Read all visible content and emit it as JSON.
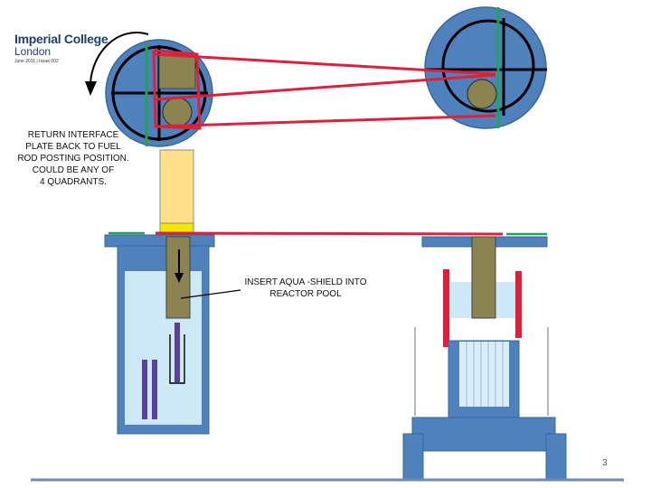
{
  "header": {
    "logo_line1": "Imperial College",
    "logo_line2": "London",
    "doc_info": "June 2011 | Issue 002"
  },
  "annotations": {
    "return_note": [
      "RETURN INTERFACE",
      "PLATE BACK TO FUEL",
      "ROD POSTING POSITION.",
      "COULD BE ANY OF",
      "4 QUADRANTS."
    ],
    "insert_note": [
      "INSERT AQUA -SHIELD INTO",
      "REACTOR POOL"
    ]
  },
  "footer": {
    "page_number": "3"
  },
  "colors": {
    "turntable_blue": "#4f81bd",
    "rail_red": "#e0203a",
    "marker_green": "#23a455",
    "interface_yellow": "#ffe08a",
    "aqua_shield_olive": "#8c8450",
    "pool_water": "#cde9f7",
    "fuel_rod_purple": "#5b3fa0"
  },
  "icons": {
    "rotation_arrow": "curved-arrow-counterclockwise",
    "insert_arrow": "arrow-down"
  }
}
